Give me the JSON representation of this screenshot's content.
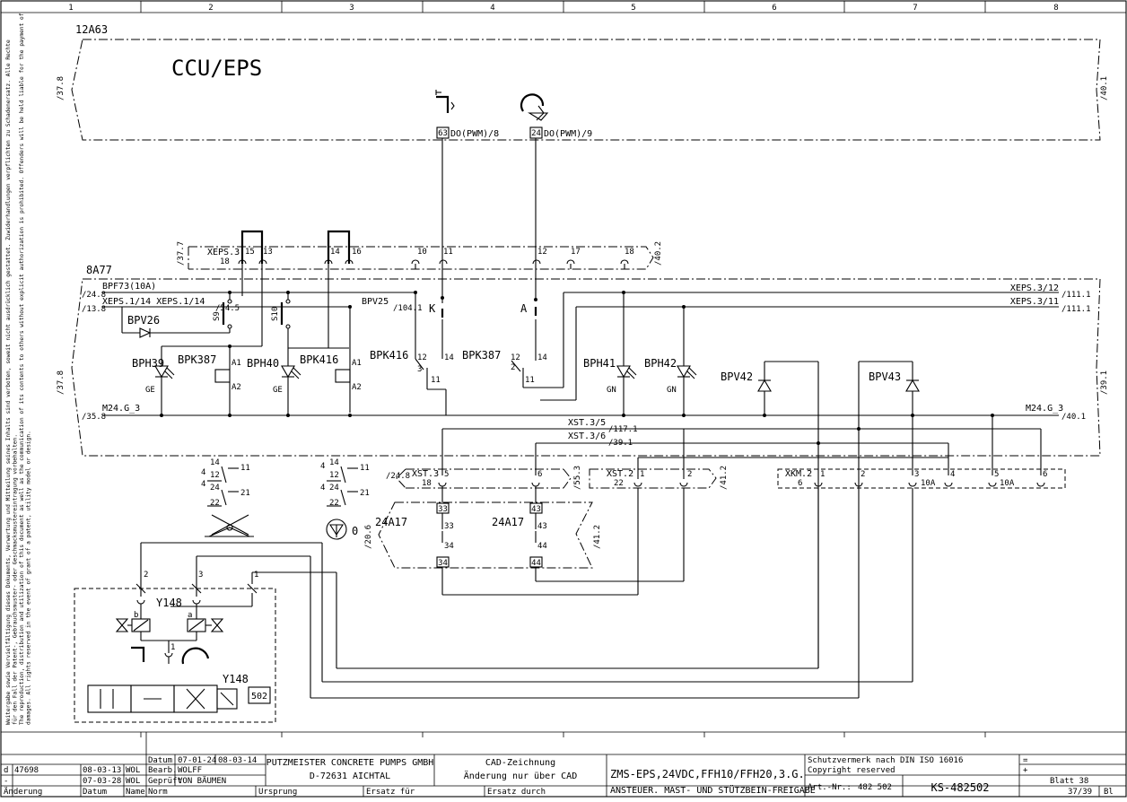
{
  "grid": {
    "columns": [
      "1",
      "2",
      "3",
      "4",
      "5",
      "6",
      "7",
      "8"
    ]
  },
  "ccu": {
    "ref": "12A63",
    "title": "CCU/EPS",
    "in_ref": "/37.8",
    "out_ref": "/40.1",
    "out1_pin": "63",
    "out1_label": "DO(PWM)/8",
    "out2_pin": "24",
    "out2_label": "DO(PWM)/9"
  },
  "xeps3": {
    "label": "XEPS.3",
    "sub": "18",
    "in_ref": "/37.7",
    "out_ref": "/40.2",
    "pins": [
      "15",
      "13",
      "14",
      "16",
      "10",
      "11",
      "12",
      "17",
      "18"
    ]
  },
  "module8a77": {
    "ref": "8A77",
    "bpf": "BPF73(10A)",
    "xeps1": "XEPS.1/14 XEPS.1/14",
    "ref_248": "/24.8",
    "ref_138": "/13.8",
    "ref_545": "/54.5",
    "ref_1041": "/104.1",
    "bpv25": "BPV25",
    "bpv26": "BPV26",
    "xeps312": "XEPS.3/12",
    "xeps311": "XEPS.3/11",
    "ref_1111a": "/111.1",
    "ref_1111b": "/111.1",
    "left_ref": "/37.8",
    "right_ref": "/39.1",
    "s9": "S9",
    "s10": "S10",
    "k": "K",
    "a": "A",
    "bph39": "BPH39",
    "bpk387": "BPK387",
    "bph40": "BPH40",
    "bpk416": "BPK416",
    "bpk416b": "BPK416",
    "bpk387b": "BPK387",
    "bph41": "BPH41",
    "bph42": "BPH42",
    "bpv42": "BPV42",
    "bpv43": "BPV43",
    "ge1": "GE",
    "ge2": "GE",
    "gn1": "GN",
    "gn2": "GN",
    "a1a": "A1",
    "a2a": "A2",
    "a1b": "A1",
    "a2b": "A2",
    "c12a": "12",
    "c14a": "14",
    "c3a": "3",
    "c11a": "11",
    "c12b": "12",
    "c14b": "14",
    "c2b": "2",
    "c11b": "11",
    "m24": "M24.G_3",
    "m24_left_ref": "/35.8",
    "m24_right": "M24.G_3",
    "m24_right_ref": "/40.1"
  },
  "lower": {
    "xst35": "XST.3/5",
    "xst35_ref": "/117.1",
    "xst36": "XST.3/6",
    "xst36_ref": "/39.1",
    "xst3": "XST.3",
    "xst3_sub": "18",
    "xst3_ref": "/24.8",
    "xst3_out": "/55.3",
    "xst3_p5": "5",
    "xst3_p6": "6",
    "xst2": "XST.2",
    "xst2_sub": "22",
    "xst2_p1": "1",
    "xst2_p2": "2",
    "xst2_out": "/41.2",
    "xkm2": "XKM.2",
    "xkm2_sub": "6",
    "xkm2_pins": [
      "1",
      "2",
      "3",
      "4",
      "5",
      "6"
    ],
    "xkm2_10a1": "10A",
    "xkm2_10a2": "10A",
    "relay1": "24A17",
    "relay2": "24A17",
    "relay_ref": "/20.6",
    "relay_out": "/41.2",
    "r1_top": "33",
    "r1_mid": "33",
    "r1_lo": "34",
    "r1_bot": "34",
    "r2_top": "43",
    "r2_mid": "43",
    "r2_lo": "44",
    "r2_bot": "44",
    "cl1": [
      "14",
      "12",
      "11",
      "24",
      "22",
      "21",
      "4",
      "4"
    ],
    "cl2": [
      "14",
      "12",
      "11",
      "24",
      "22",
      "21",
      "4",
      "4"
    ],
    "pressure_zero": "0"
  },
  "valve": {
    "ref": "Y148",
    "ref2": "Y148",
    "box": "502",
    "b": "b",
    "a": "a",
    "p2": "2",
    "p3": "3",
    "p1": "1",
    "p1b": "1"
  },
  "side_note": [
    "Weitergabe sowie Vervielfältigung dieses Dokuments, Verwertung und Mitteilung seines Inhalts sind verboten, soweit nicht ausdrücklich gestattet. Zuwiderhandlungen verpflichten zu Schadenersatz. Alle Rechte",
    "für den Fall der Patent-, Gebrauchsmuster- oder Geschmacksmustereintragung vorbehalten.",
    "The reproduction, distribution and utilization of this document as well as the communication of its contents to others without explicit authorization is prohibited. Offenders will be held liable for the payment of",
    "damages. All rights reserved in the event of grant of a patent, utility model or design."
  ],
  "title_block": {
    "rev_d": "d",
    "rev_d_no": "47698",
    "rev_d_date": "08-03-13",
    "rev_d_name": "WOL",
    "rev_m": "-",
    "rev_m_date": "07-03-28",
    "rev_m_name": "WOL",
    "col_aenderung": "Änderung",
    "col_datum": "Datum",
    "col_name": "Name",
    "col_norm": "Norm",
    "h_datum": "Datum",
    "h_bearb": "Bearb.",
    "h_gepr": "Geprüft",
    "d1": "07-01-24",
    "d2": "08-03-14",
    "bearb": "WOLFF",
    "gepr": "VON BÄUMEN",
    "company": "PUTZMEISTER CONCRETE PUMPS GMBH",
    "city": "D-72631 AICHTAL",
    "ursprung": "Ursprung",
    "ersatz_fuer": "Ersatz für",
    "ersatz_durch": "Ersatz durch",
    "cad1": "CAD-Zeichnung",
    "cad2": "Änderung nur über CAD",
    "title1": "ZMS-EPS,24VDC,FFH10/FFH20,3.G.",
    "title2": "ANSTEUER. MAST- UND STÜTZBEIN-FREIGABE",
    "schutz1": "Schutzvermerk nach DIN ISO 16016",
    "schutz2": "Copyright reserved",
    "art_label": "Art.-Nr.:",
    "art_no": "482 502",
    "drawing_no": "KS-482502",
    "eq1": "=",
    "eq2": "+",
    "blatt": "Blatt 38",
    "sheet": "37/39",
    "bl": "Bl"
  }
}
